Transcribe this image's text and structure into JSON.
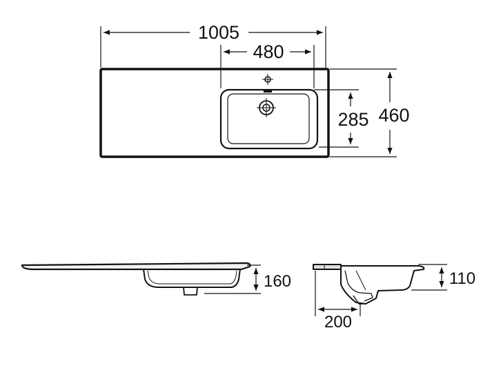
{
  "dimensions": {
    "total_width": "1005",
    "basin_width": "480",
    "basin_depth": "285",
    "total_depth": "460",
    "front_height": "160",
    "side_height": "110",
    "side_depth": "200"
  },
  "colors": {
    "stroke": "#111111",
    "background": "#ffffff"
  }
}
